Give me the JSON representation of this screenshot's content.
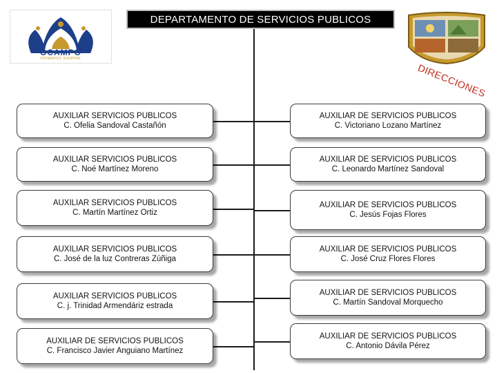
{
  "header": {
    "title": "DEPARTAMENTO DE SERVICIOS PUBLICOS"
  },
  "logo_left": {
    "name": "OCAMPO",
    "tagline": "PRIMEROS SIEMPRE"
  },
  "corner_banner": {
    "text": "DIRECCIONES"
  },
  "colors": {
    "title_bg": "#000000",
    "logo_blue": "#1d3f8a",
    "logo_gold": "#c79a2e",
    "banner_red": "#c0392b"
  },
  "nodes": {
    "left": [
      {
        "role": "AUXILIAR SERVICIOS PUBLICOS",
        "name": "C. Ofelia Sandoval Castañón"
      },
      {
        "role": "AUXILIAR SERVICIOS PUBLICOS",
        "name": "C. Noé Martínez Moreno"
      },
      {
        "role": "AUXILIAR SERVICIOS PUBLICOS",
        "name": "C. Martín Martínez Ortiz"
      },
      {
        "role": "AUXILIAR SERVICIOS PUBLICOS",
        "name": "C. José de la luz Contreras Zúñiga"
      },
      {
        "role": "AUXILIAR SERVICIOS PUBLICOS",
        "name": "C. j. Trinidad Armendáriz estrada"
      },
      {
        "role": "AUXILIAR DE SERVICIOS PUBLICOS",
        "name": "C. Francisco Javier Anguiano Martínez"
      }
    ],
    "right": [
      {
        "role": "AUXILIAR DE SERVICIOS PUBLICOS",
        "name": "C. Victoriano Lozano Martínez"
      },
      {
        "role": "AUXILIAR DE SERVICIOS PUBLICOS",
        "name": "C. Leonardo Martínez Sandoval"
      },
      {
        "role": "AUXILIAR DE SERVICIOS PUBLICOS",
        "name": "C. Jesús Fojas Flores"
      },
      {
        "role": "AUXILIAR DE SERVICIOS PUBLICOS",
        "name": "C. José Cruz Flores Flores"
      },
      {
        "role": "AUXILIAR DE SERVICIOS PUBLICOS",
        "name": "C. Martín Sandoval Morquecho"
      },
      {
        "role": "AUXILIAR DE SERVICIOS PUBLICOS",
        "name": "C. Antonio Dávila Pérez"
      }
    ]
  }
}
